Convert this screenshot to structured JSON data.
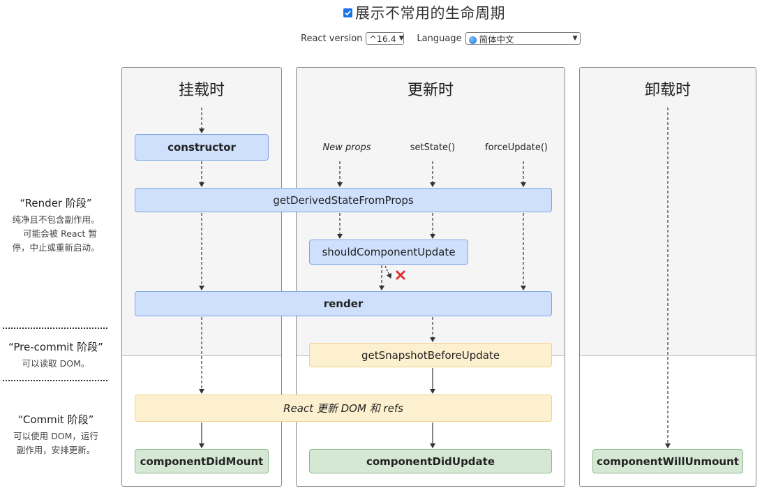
{
  "header": {
    "show_uncommon_label": "展示不常用的生命周期",
    "show_uncommon_checked": true,
    "react_version_label": "React version",
    "react_version_value": "^16.4",
    "language_label": "Language",
    "language_value": "简体中文"
  },
  "phases": {
    "render": {
      "title": "“Render 阶段”",
      "desc_lines": [
        "纯净且不包含副作用。",
        "可能会被 React 暂",
        "停，中止或重新启动。"
      ]
    },
    "precommit": {
      "title": "“Pre-commit 阶段”",
      "desc_lines": [
        "可以读取 DOM。"
      ]
    },
    "commit": {
      "title": "“Commit 阶段”",
      "desc_lines": [
        "可以使用 DOM，运行",
        "副作用，安排更新。"
      ]
    }
  },
  "columns": {
    "mount": "挂载时",
    "update": "更新时",
    "unmount": "卸载时"
  },
  "triggers": {
    "new_props": "New props",
    "set_state": "setState()",
    "force_update": "forceUpdate()"
  },
  "methods": {
    "constructor": "constructor",
    "get_derived_state": "getDerivedStateFromProps",
    "should_update": "shouldComponentUpdate",
    "render": "render",
    "get_snapshot": "getSnapshotBeforeUpdate",
    "react_updates": "React 更新 DOM 和 refs",
    "did_mount": "componentDidMount",
    "did_update": "componentDidUpdate",
    "will_unmount": "componentWillUnmount"
  },
  "colors": {
    "render_phase_box": "#cfe0fc",
    "precommit_box": "#fdf0cf",
    "commit_box": "#d5e8d4",
    "cancel_mark": "#e03131"
  }
}
